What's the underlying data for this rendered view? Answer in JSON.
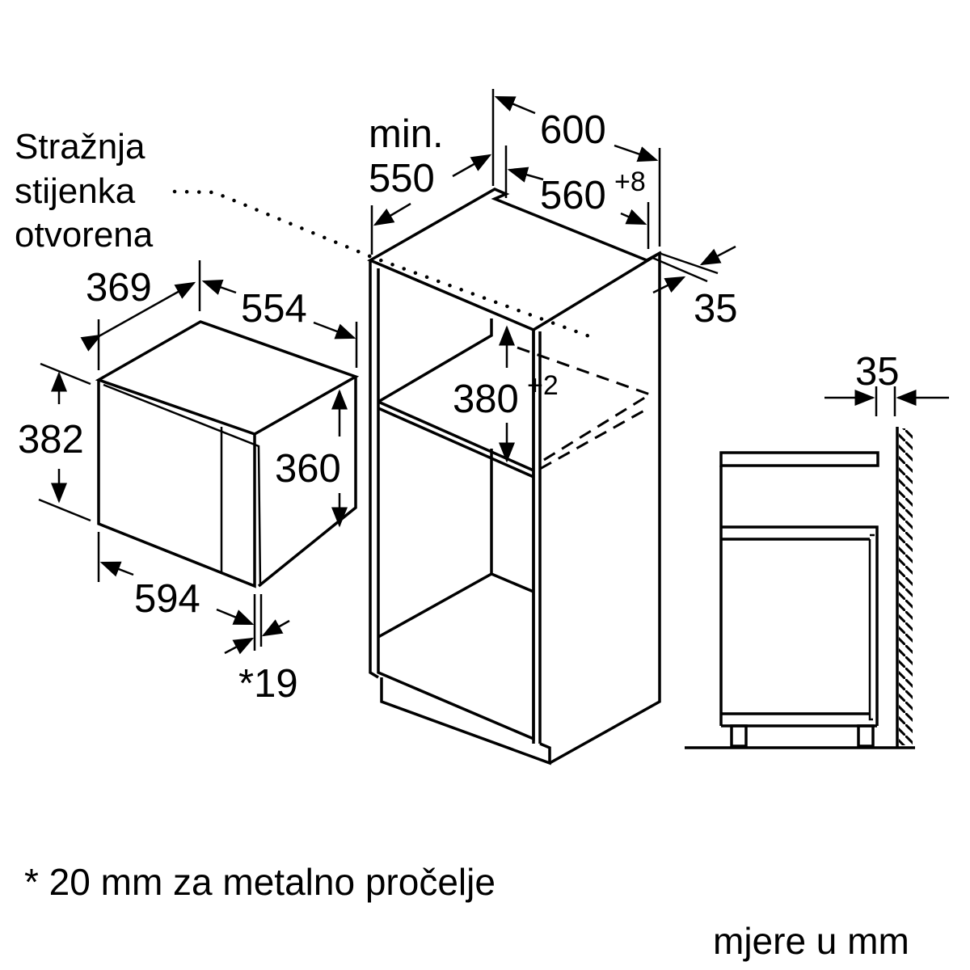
{
  "callout": {
    "line1": "Stražnja",
    "line2": "stijenka",
    "line3": "otvorena"
  },
  "appliance": {
    "depth": "369",
    "width_body": "554",
    "height_total": "382",
    "height_body": "360",
    "width_front": "594",
    "front_thickness": "*19"
  },
  "cabinet": {
    "min_label": "min.",
    "min_depth": "550",
    "outer_width": "600",
    "niche_width": "560",
    "niche_width_tol": "+8",
    "back_gap": "35",
    "niche_height": "380",
    "niche_height_tol": "+2"
  },
  "side_view": {
    "wall_gap": "35"
  },
  "footnote": "* 20 mm za metalno pročelje",
  "units_note": "mjere u mm",
  "colors": {
    "line": "#000000",
    "background": "#ffffff"
  }
}
